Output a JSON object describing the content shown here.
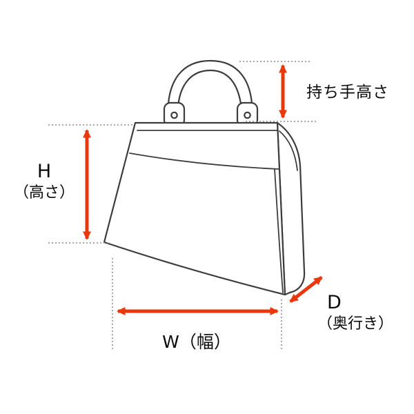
{
  "diagram": {
    "labels": {
      "handle_height": "持ち手高さ",
      "height_letter": "H",
      "height_caption": "（高さ）",
      "width": "W（幅）",
      "depth_letter": "D",
      "depth_caption": "（奥行き）"
    },
    "colors": {
      "arrow": "#e8380d",
      "outline": "#3c3c3c",
      "guide": "#8a8a8a",
      "background": "#ffffff"
    },
    "icons": {
      "handle_height_arrow": "vertical-double-arrow-icon",
      "height_arrow": "vertical-double-arrow-icon",
      "width_arrow": "horizontal-double-arrow-icon",
      "depth_arrow": "diagonal-double-arrow-icon"
    }
  }
}
